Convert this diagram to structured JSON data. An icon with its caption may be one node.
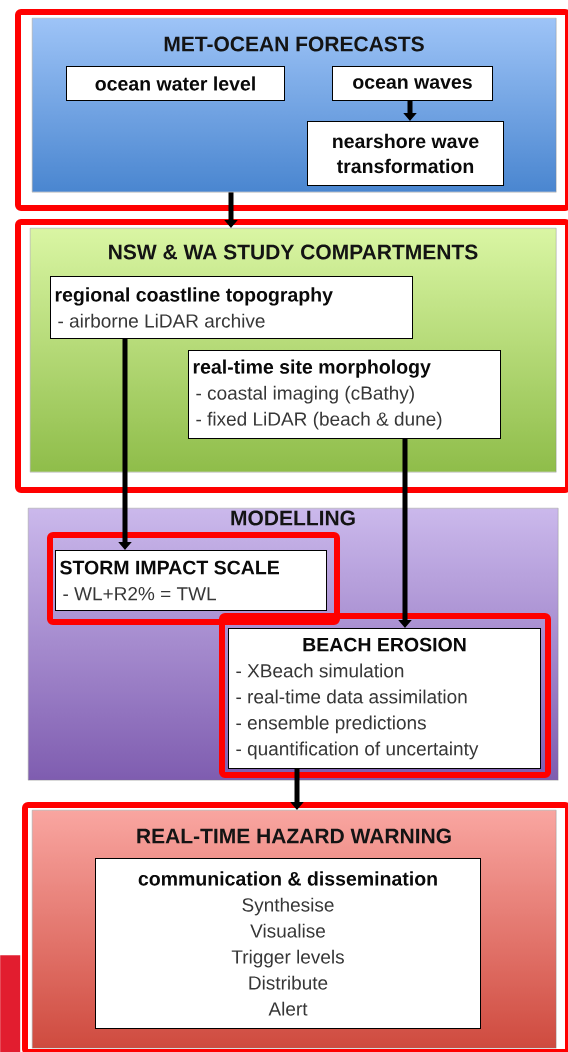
{
  "diagram": {
    "nodes": [
      {
        "text": [
          "MET-OCEAN FORECASTS"
        ]
      },
      {
        "text": [
          "ocean water level"
        ],
        "in": 0
      },
      {
        "text": [
          "ocean waves"
        ],
        "in": 0
      },
      {
        "text": [
          "nearshore wave transformation"
        ],
        "in": 0
      },
      {
        "text": [
          "NSW & WA STUDY COMPARTMENTS"
        ]
      },
      {
        "text": [
          "regional coastline topography",
          "- airborne LiDAR archive"
        ],
        "in": 4
      },
      {
        "text": [
          "real-time site morphology",
          "- coastal imaging (cBathy)",
          "- fixed LiDAR (beach & dune)"
        ],
        "in": 4
      },
      {
        "text": [
          "MODELLING"
        ]
      },
      {
        "text": [
          "STORM IMPACT SCALE",
          "- WL+R2% = TWL"
        ],
        "in": 7
      },
      {
        "text": [
          "BEACH EROSION",
          "- XBeach simulation",
          "- real-time data assimilation",
          "- ensemble predictions",
          "- quantification of uncertainty"
        ],
        "in": 7
      },
      {
        "text": [
          "REAL-TIME HAZARD WARNING"
        ]
      },
      {
        "text": [
          "communication & dissemination",
          "Synthesise",
          "Visualise",
          "Trigger levels",
          "Distribute",
          "Alert"
        ],
        "in": 10
      },
      {
        "text": [],
        "shape": "bar"
      }
    ],
    "edges": [
      {
        "from": 2,
        "to": 3,
        "arrow": "to"
      },
      {
        "from": 0,
        "to": 4,
        "arrow": "to"
      },
      {
        "from": 5,
        "to": 8,
        "arrow": "to"
      },
      {
        "from": 6,
        "to": 9,
        "arrow": "to"
      },
      {
        "from": 9,
        "to": 10,
        "arrow": "to"
      }
    ]
  }
}
